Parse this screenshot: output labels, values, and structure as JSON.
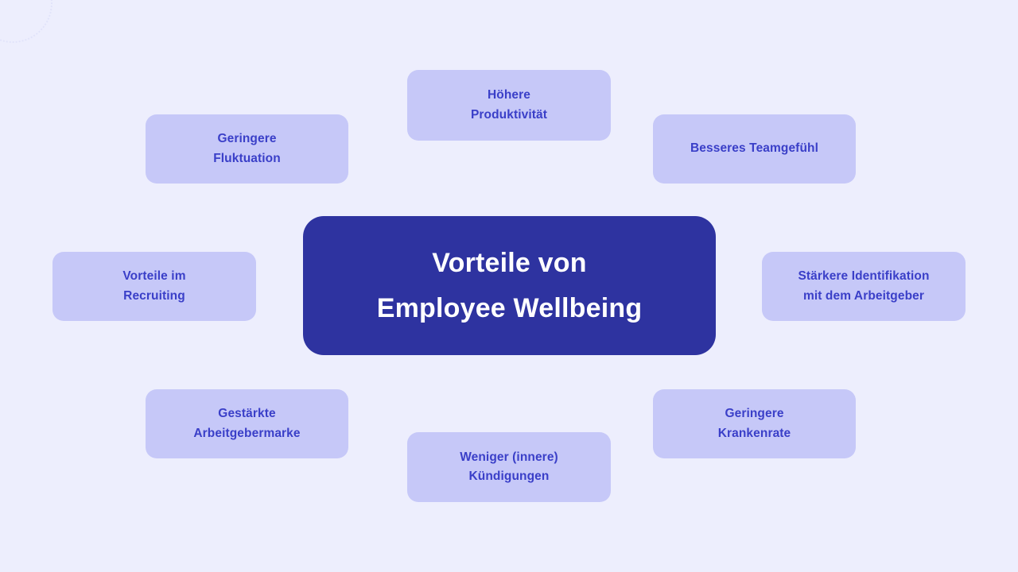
{
  "diagram": {
    "title": "Vorteile von Employee Wellbeing",
    "center": {
      "line1": "Vorteile von",
      "line2": "Employee Wellbeing"
    },
    "nodes": {
      "top": {
        "line1": "Höhere",
        "line2": "Produktivität"
      },
      "top_left": {
        "line1": "Geringere",
        "line2": "Fluktuation"
      },
      "top_right": {
        "line1": "Besseres Teamgefühl",
        "line2": ""
      },
      "left": {
        "line1": "Vorteile im",
        "line2": "Recruiting"
      },
      "right": {
        "line1": "Stärkere Identifikation",
        "line2": "mit dem Arbeitgeber"
      },
      "bottom_left": {
        "line1": "Gestärkte",
        "line2": "Arbeitgebermarke"
      },
      "bottom": {
        "line1": "Weniger (innere)",
        "line2": "Kündigungen"
      },
      "bottom_right": {
        "line1": "Geringere",
        "line2": "Krankenrate"
      }
    }
  },
  "colors": {
    "background": "#EDEEFD",
    "node_fill": "#C6C8F8",
    "node_text": "#3A3FC8",
    "center_fill": "#2E33A0",
    "center_text": "#FFFFFF",
    "decoration": "#E0E2FA"
  }
}
